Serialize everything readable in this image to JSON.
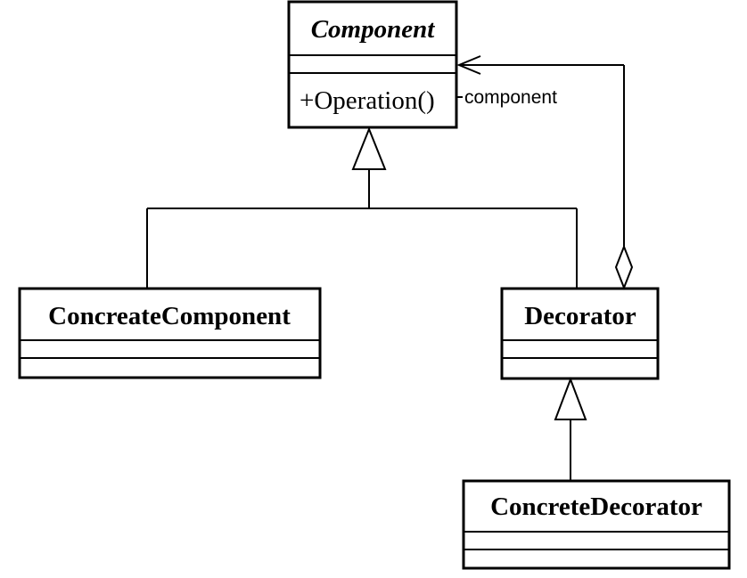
{
  "classes": {
    "component": {
      "name": "Component",
      "operation": "+Operation()"
    },
    "concrete_component": {
      "name": "ConcreateComponent"
    },
    "decorator": {
      "name": "Decorator"
    },
    "concrete_decorator": {
      "name": "ConcreteDecorator"
    }
  },
  "associations": {
    "decorator_to_component": {
      "role": "component"
    }
  }
}
